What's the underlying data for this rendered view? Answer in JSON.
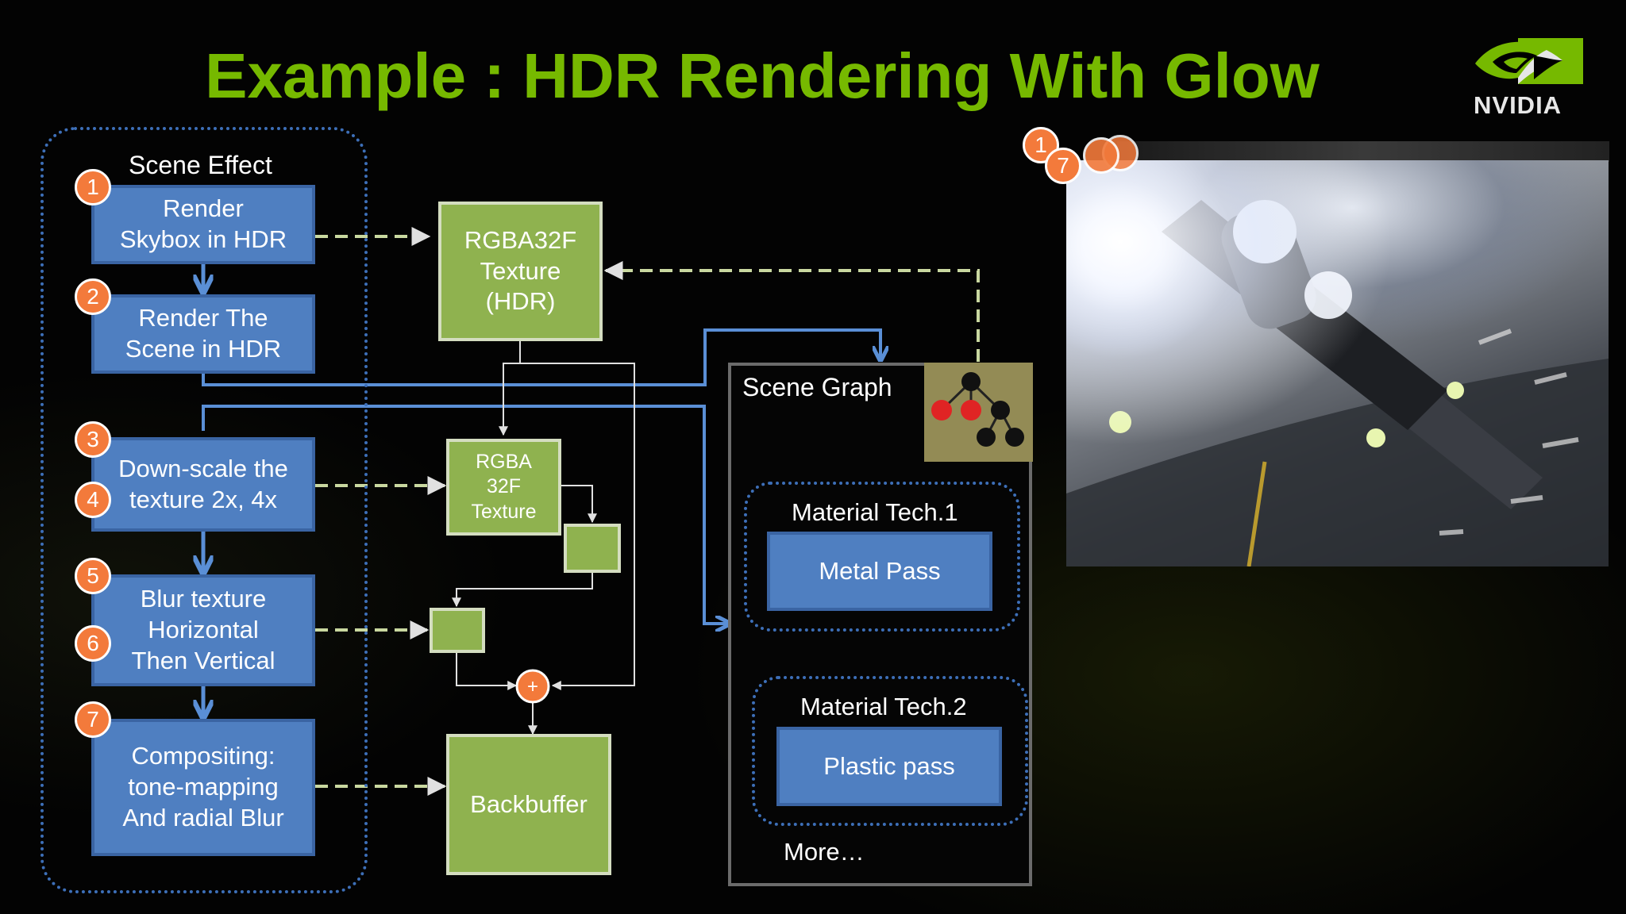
{
  "slide": {
    "title": "Example : HDR Rendering With Glow",
    "brand": "NVIDIA",
    "accent": "#76b900"
  },
  "scene_effect": {
    "label": "Scene Effect",
    "steps": [
      {
        "text": "Render\nSkybox in HDR",
        "badges": [
          "1"
        ]
      },
      {
        "text": "Render The\nScene in HDR",
        "badges": [
          "2"
        ]
      },
      {
        "text": "Down-scale the\ntexture 2x, 4x",
        "badges": [
          "3",
          "4"
        ]
      },
      {
        "text": "Blur texture\nHorizontal\nThen Vertical",
        "badges": [
          "5",
          "6"
        ]
      },
      {
        "text": "Compositing:\ntone-mapping\nAnd radial Blur",
        "badges": [
          "7"
        ]
      }
    ]
  },
  "textures": {
    "hdr_texture": "RGBA32F\nTexture\n(HDR)",
    "small_texture": "RGBA\n32F\nTexture",
    "combine_symbol": "+",
    "backbuffer": "Backbuffer"
  },
  "scene_graph": {
    "label": "Scene Graph",
    "material_tech_1": {
      "label": "Material Tech.1",
      "pass": "Metal Pass"
    },
    "material_tech_2": {
      "label": "Material Tech.2",
      "pass": "Plastic pass"
    },
    "more": "More…"
  },
  "screenshot_badges": [
    "1",
    "7"
  ],
  "colors": {
    "pass_blue": "#4f7fc1",
    "texture_green": "#8fb24f",
    "badge_orange": "#f37a3b",
    "connector_dashed": "#c9d8a0",
    "connector_solid": "#5a8fd6"
  }
}
